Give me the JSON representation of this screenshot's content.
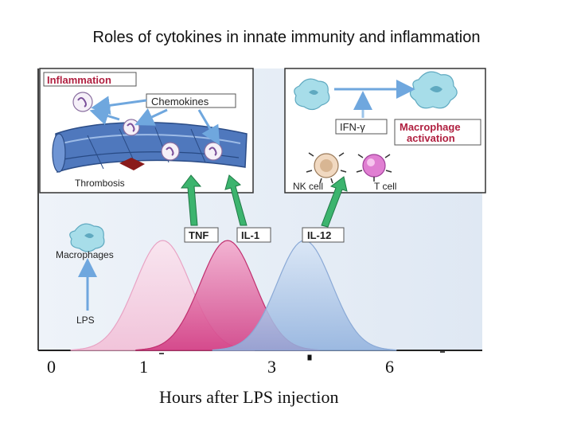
{
  "title": "Roles of cytokines in innate immunity and inflammation",
  "inflammation_panel": {
    "heading": "Inflammation",
    "chemokines_label": "Chemokines",
    "thrombosis_label": "Thrombosis"
  },
  "macrophage_panel": {
    "ifn_label": "IFN-γ",
    "activation_label_line1": "Macrophage",
    "activation_label_line2": "activation",
    "nk_cell_label": "NK cell",
    "t_cell_label": "T cell"
  },
  "left_panel": {
    "macrophages_label": "Macrophages",
    "lps_label": "LPS"
  },
  "cytokines": [
    {
      "name": "TNF",
      "peak_hours": 1.3,
      "color": "#f0b6cf"
    },
    {
      "name": "IL-1",
      "peak_hours": 2.3,
      "color": "#de5ca0"
    },
    {
      "name": "IL-12",
      "peak_hours": 3.8,
      "color": "#a9c3e6"
    }
  ],
  "x_axis": {
    "ticks": [
      "0",
      "1",
      "3",
      "6"
    ],
    "label": "Hours after LPS injection"
  }
}
